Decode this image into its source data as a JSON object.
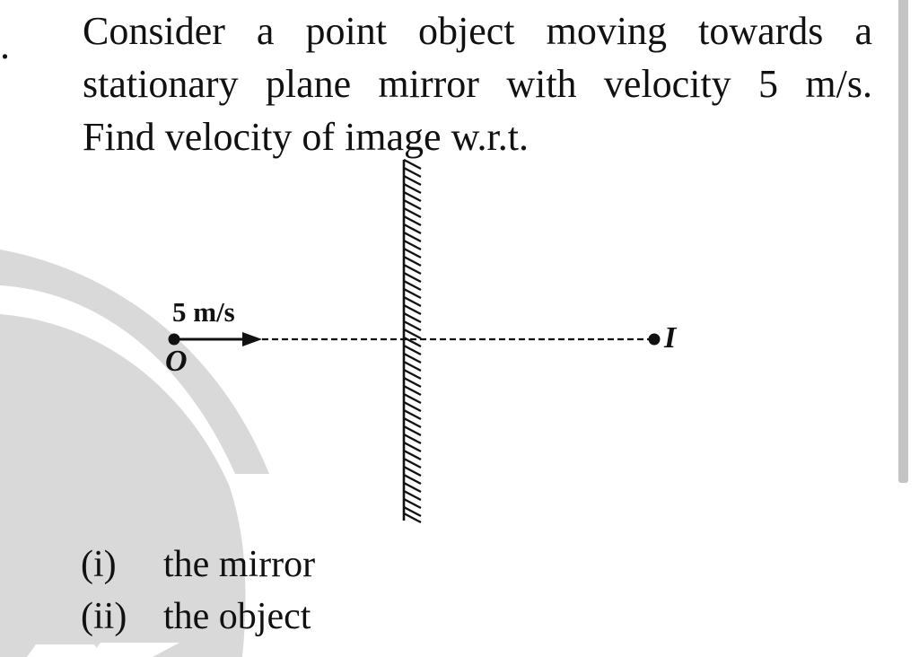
{
  "question": {
    "bullet": ".",
    "lines": [
      "Consider a point object moving towards a",
      "stationary plane mirror with velocity 5 m/s.",
      "Find velocity of image w.r.t."
    ]
  },
  "diagram": {
    "object_label": "O",
    "image_label": "I",
    "velocity_label": "5 m/s",
    "icons": {
      "object": "filled-dot",
      "velocity": "arrow-right",
      "mirror": "hatched-plane-mirror",
      "image": "filled-dot",
      "ray": "dashed-line"
    }
  },
  "options": [
    {
      "num": "(i)",
      "text": "the mirror"
    },
    {
      "num": "(ii)",
      "text": "the object"
    }
  ],
  "colors": {
    "text": "#111111",
    "watermark": "#d9d9d9",
    "scrollbar": "#c4c4c4",
    "background": "#ffffff"
  }
}
